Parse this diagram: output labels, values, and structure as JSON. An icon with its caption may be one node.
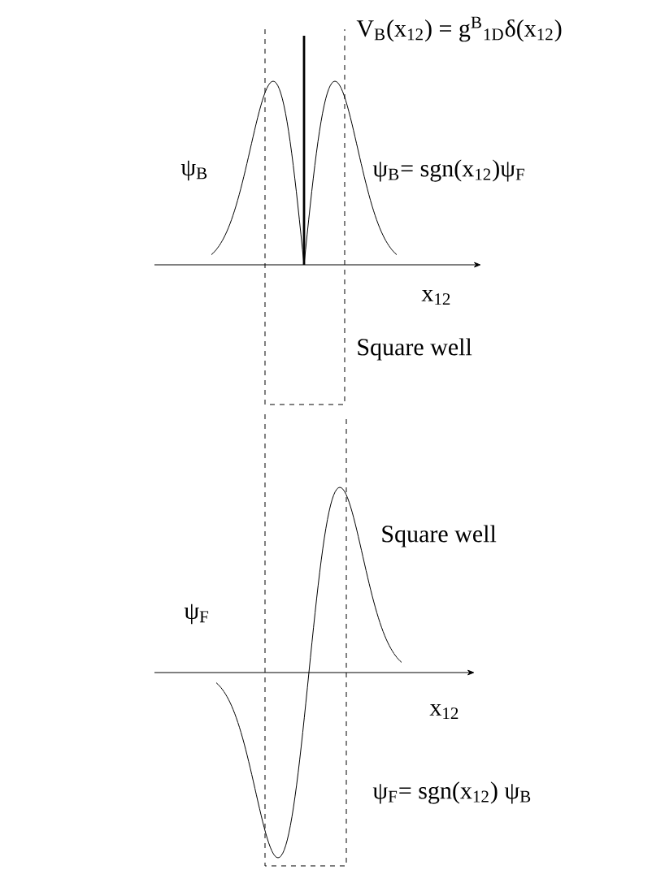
{
  "diagram": {
    "labels": [
      "V$_{B}$(x$_{12}$) = g$^{B}$$_{1D}$δ(x$_{12}$)",
      "ψ$_{B}$",
      "ψ$_{B}$= sgn(x$_{12}$)ψ$_{F}$",
      "x$_{12}$",
      "Square well",
      "Square well",
      "ψ$_{F}$",
      "x$_{12}$",
      "ψ$_{F}$= sgn(x$_{12}$) ψ$_{B}$"
    ]
  }
}
